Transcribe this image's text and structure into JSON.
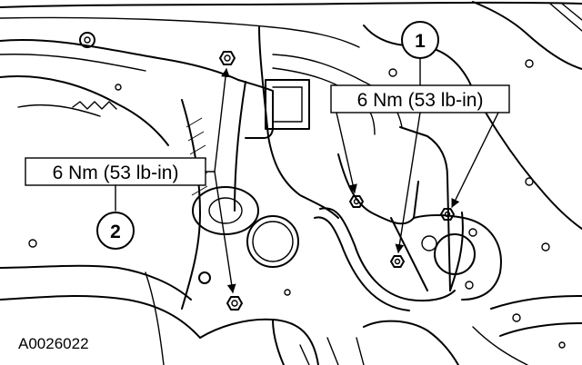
{
  "diagram": {
    "callouts": {
      "item_1": {
        "number": "1",
        "torque": "6 Nm (53 lb-in)"
      },
      "item_2": {
        "number": "2",
        "torque": "6 Nm (53 lb-in)"
      }
    },
    "reference_code": "A0026022"
  }
}
